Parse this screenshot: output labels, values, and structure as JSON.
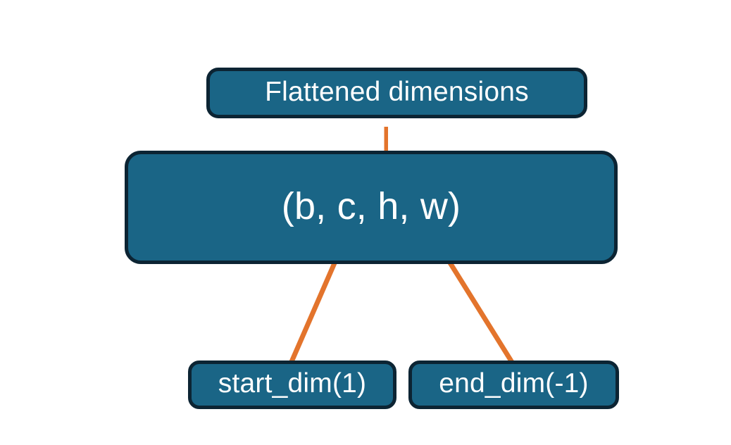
{
  "diagram": {
    "title_text": "Flattened dimensions",
    "shape_text": "(b, c, h, w)",
    "start_dim_text": "start_dim(1)",
    "end_dim_text": "end_dim(-1)",
    "colors": {
      "box_fill": "#1A6586",
      "box_border": "#0C2433",
      "box_text": "#FFFFFF",
      "annotation_orange": "#E3742C",
      "background": "#FFFFFF"
    },
    "nodes": [
      {
        "id": "flattened-dimensions",
        "label": "Flattened dimensions"
      },
      {
        "id": "tensor-shape",
        "label": "(b, c, h, w)"
      },
      {
        "id": "start-dim",
        "label": "start_dim(1)"
      },
      {
        "id": "end-dim",
        "label": "end_dim(-1)"
      }
    ],
    "connectors": [
      {
        "id": "brace-connector",
        "type": "curly-brace",
        "from": "tensor-shape-c-h-w",
        "to": "flattened-dimensions"
      },
      {
        "id": "start-dim-arrow",
        "type": "arrow",
        "from": "start-dim",
        "to": "tensor-shape-c"
      },
      {
        "id": "end-dim-arrow",
        "type": "arrow",
        "from": "end-dim",
        "to": "tensor-shape-w"
      }
    ]
  }
}
